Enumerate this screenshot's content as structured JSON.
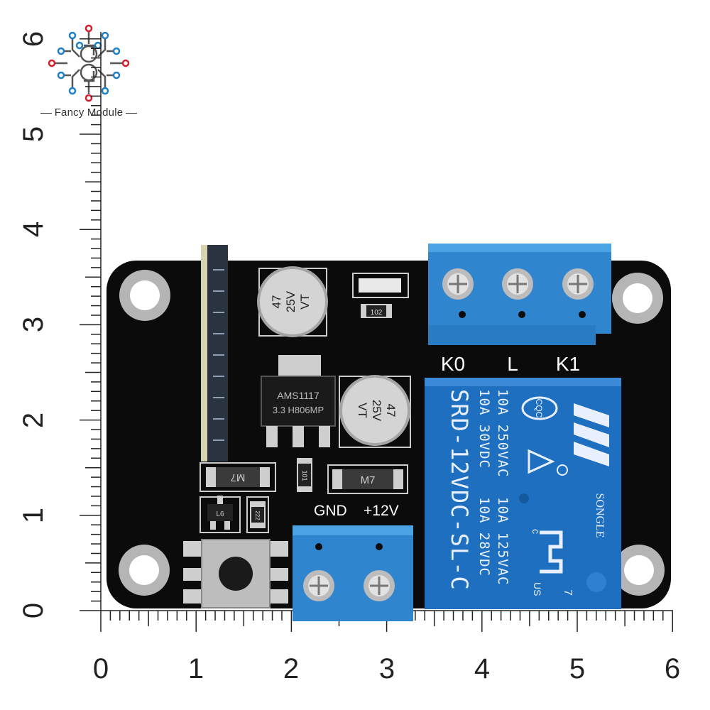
{
  "brand": {
    "name": "Fancy Module"
  },
  "ruler": {
    "x_ticks": [
      "0",
      "1",
      "2",
      "3",
      "4",
      "5",
      "6"
    ],
    "y_ticks": [
      "0",
      "1",
      "2",
      "3",
      "4",
      "5",
      "6"
    ]
  },
  "board": {
    "relay_terminal_labels": [
      "K0",
      "L",
      "K1"
    ],
    "power_terminal_labels": [
      "GND",
      "+12V"
    ],
    "gnd_label": "GND",
    "v12_label": "+12V",
    "capacitor_top": {
      "line1": "47",
      "line2": "25V",
      "line3": "VT"
    },
    "capacitor_mid": {
      "line1": "47",
      "line2": "25V",
      "line3": "VT"
    },
    "regulator": {
      "line1": "AMS1117",
      "line2": "3.3 H806MP"
    },
    "diode1": "M7",
    "diode2": "M7",
    "resistor1": "102",
    "resistor2": "101",
    "resistor3": "222",
    "transistor": "L6",
    "relay": {
      "col1": "10A 250VAC",
      "col2": "10A 30VDC",
      "col3": "SRD-12VDC-SL-C",
      "col4": "10A 125VAC",
      "col5": "10A 28VDC",
      "brand": "SONGLE",
      "cqc": "CQC",
      "c_mark": "c",
      "us_mark": "US",
      "ul_number": "7"
    }
  }
}
